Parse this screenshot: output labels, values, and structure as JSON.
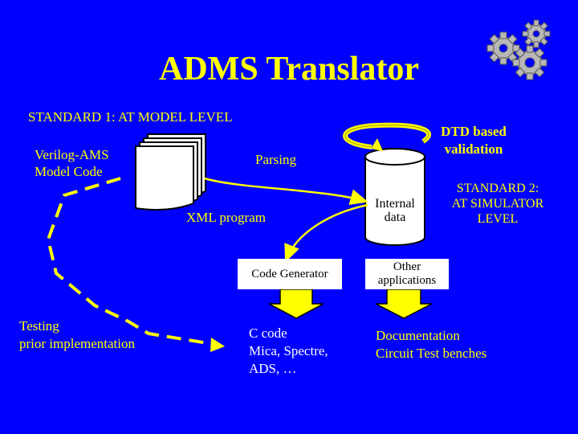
{
  "title": "ADMS Translator",
  "standard1": "STANDARD 1: AT MODEL LEVEL",
  "source": {
    "line1": "Verilog-AMS",
    "line2": "Model Code"
  },
  "parsing": "Parsing",
  "dtd": {
    "line1": "DTD based",
    "line2": "validation"
  },
  "standard2": {
    "line1": "STANDARD 2:",
    "line2": "AT SIMULATOR",
    "line3": "LEVEL"
  },
  "xml_program": "XML program",
  "internal_data": {
    "line1": "Internal",
    "line2": "data"
  },
  "code_generator": "Code Generator",
  "other_apps": {
    "line1": "Other",
    "line2": "applications"
  },
  "testing": {
    "line1": "Testing",
    "line2": "prior implementation"
  },
  "ccode": {
    "line1": "C code",
    "line2": "Mica, Spectre,",
    "line3": "ADS, …"
  },
  "documentation": {
    "line1": "Documentation",
    "line2": "Circuit Test benches"
  },
  "colors": {
    "background": "#0000FF",
    "text": "#FFFF00",
    "box": "#FFFFFF"
  }
}
